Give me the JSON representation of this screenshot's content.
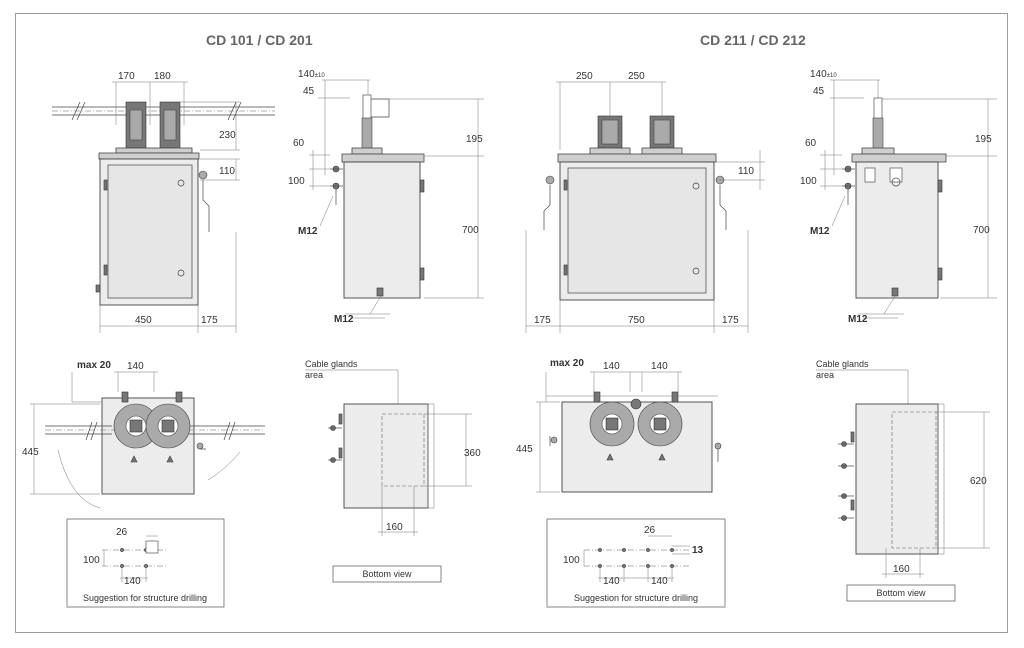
{
  "titles": {
    "left": "CD 101 / CD 201",
    "right": "CD 211 / CD 212"
  },
  "left_front": {
    "d1": "170",
    "d2": "180",
    "d3": "230",
    "d4": "110",
    "width": "450",
    "side": "175"
  },
  "left_side": {
    "d1": "140",
    "d1_tol": "±10",
    "d2": "45",
    "d3": "195",
    "d4": "60",
    "d5": "100",
    "height": "700",
    "m12_a": "M12",
    "m12_b": "M12"
  },
  "right_front": {
    "d1": "250",
    "d2": "250",
    "d3": "110",
    "left": "175",
    "width": "750",
    "right": "175"
  },
  "right_side": {
    "d1": "140",
    "d1_tol": "±10",
    "d2": "45",
    "d3": "195",
    "d4": "60",
    "d5": "100",
    "height": "700",
    "m12_a": "M12",
    "m12_b": "M12"
  },
  "left_top": {
    "max": "max 20",
    "d1": "140",
    "depth": "445"
  },
  "left_bottom": {
    "label1": "Cable glands",
    "label2": "area",
    "d1": "360",
    "d2": "160",
    "caption": "Bottom view"
  },
  "right_top": {
    "max": "max 20",
    "d1": "140",
    "d2": "140",
    "depth": "445"
  },
  "right_bottom": {
    "label1": "Cable glands",
    "label2": "area",
    "d1": "620",
    "d2": "160",
    "caption": "Bottom view"
  },
  "left_drill": {
    "d1": "26",
    "d2": "100",
    "d3": "140",
    "caption": "Suggestion for structure drilling"
  },
  "right_drill": {
    "d1": "26",
    "d2": "13",
    "d3": "100",
    "d4": "140",
    "d5": "140",
    "caption": "Suggestion for structure drilling"
  }
}
